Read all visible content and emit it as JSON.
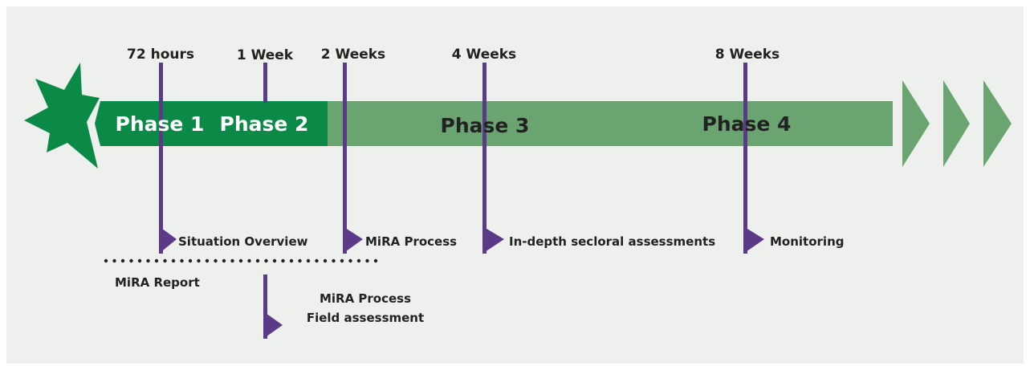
{
  "colors": {
    "background": "#edf0ec",
    "phase_dark_green": "#0a8a46",
    "phase_light_green": "#6aa571",
    "star_green": "#0a8a46",
    "marker_purple": "#5b3a87",
    "text_dark": "#222222",
    "text_white": "#ffffff"
  },
  "time_labels": {
    "t72h": "72 hours",
    "t1w": "1 Week",
    "t2w": "2 Weeks",
    "t4w": "4 Weeks",
    "t8w": "8 Weeks"
  },
  "phases": {
    "p1": "Phase 1",
    "p2": "Phase 2",
    "p3": "Phase 3",
    "p4": "Phase 4"
  },
  "activities": {
    "situation_overview": "Situation Overview",
    "mira_process": "MiRA Process",
    "in_depth": "In-depth secloral assessments",
    "monitoring": "Monitoring",
    "mira_report": "MiRA Report",
    "mira_process_field_line1": "MiRA Process",
    "mira_process_field_line2": "Field assessment"
  },
  "icons": {
    "start": "starburst-icon",
    "continuation": "chevron-right-icon"
  }
}
